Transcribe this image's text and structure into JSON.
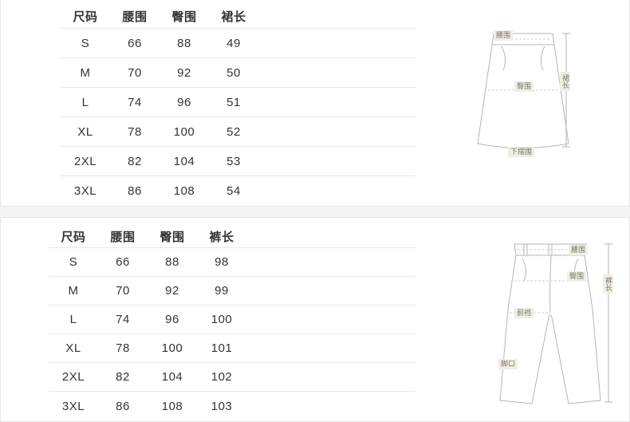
{
  "sections": [
    {
      "id": "skirt-size-chart",
      "table": {
        "headers": [
          "尺码",
          "腰围",
          "臀围",
          "裙长"
        ],
        "rows": [
          [
            "S",
            "66",
            "88",
            "49"
          ],
          [
            "M",
            "70",
            "92",
            "50"
          ],
          [
            "L",
            "74",
            "96",
            "51"
          ],
          [
            "XL",
            "78",
            "100",
            "52"
          ],
          [
            "2XL",
            "82",
            "104",
            "53"
          ],
          [
            "3XL",
            "86",
            "108",
            "54"
          ]
        ]
      },
      "diagram": {
        "waist": "腰围",
        "hip": "臀围",
        "length": "裙长",
        "hem": "下摆围"
      }
    },
    {
      "id": "pants-size-chart",
      "table": {
        "headers": [
          "尺码",
          "腰围",
          "臀围",
          "裤长"
        ],
        "rows": [
          [
            "S",
            "66",
            "88",
            "98"
          ],
          [
            "M",
            "70",
            "92",
            "99"
          ],
          [
            "L",
            "74",
            "96",
            "100"
          ],
          [
            "XL",
            "78",
            "100",
            "101"
          ],
          [
            "2XL",
            "82",
            "104",
            "102"
          ],
          [
            "3XL",
            "86",
            "108",
            "103"
          ]
        ]
      },
      "diagram": {
        "waist": "腰围",
        "hip": "臀围",
        "length": "裤长",
        "front_rise": "前裆",
        "leg_opening": "脚口"
      }
    }
  ],
  "colors": {
    "row_line": "#e8e8e8",
    "diagram_stroke": "#b5b5b5",
    "label_background": "#f1eee3"
  }
}
